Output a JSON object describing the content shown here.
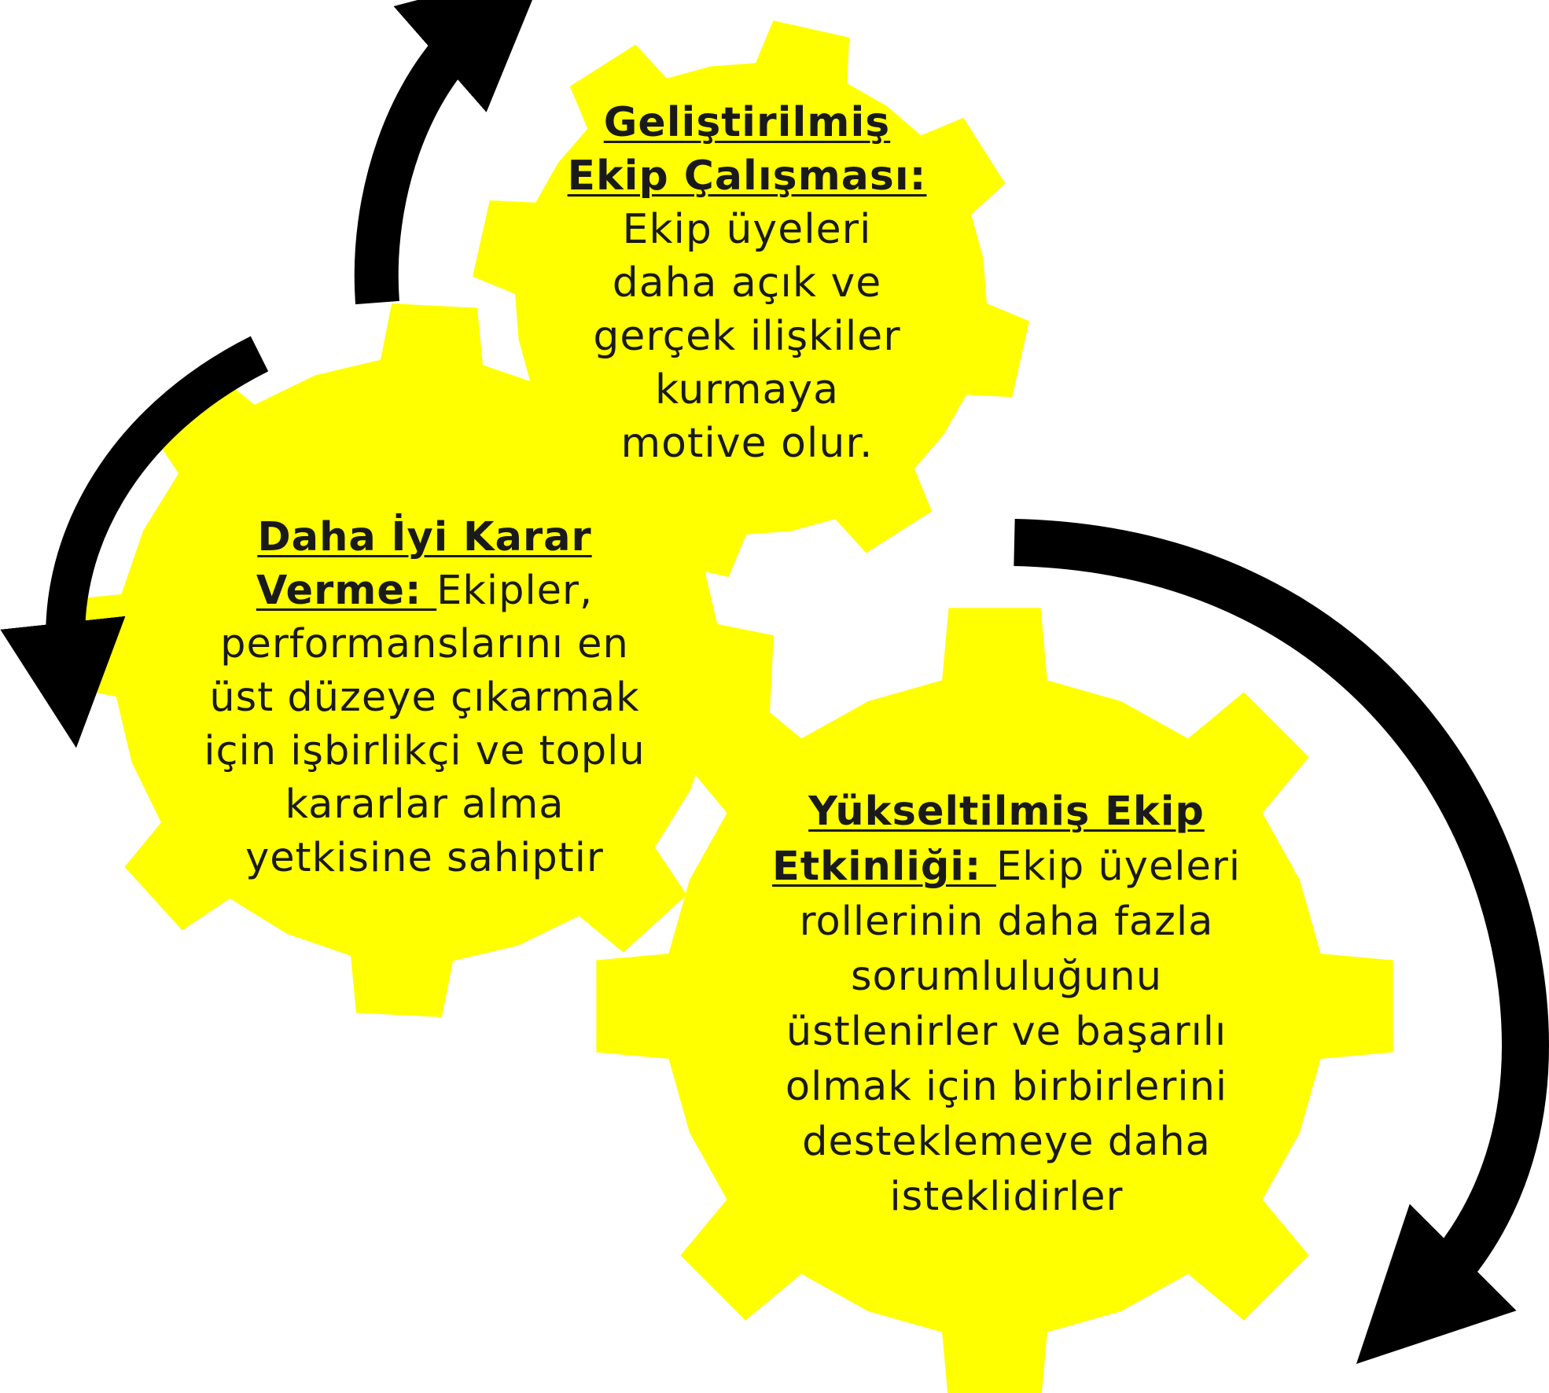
{
  "colors": {
    "gear_fill": "#ffff00",
    "arrow": "#000000",
    "text": "#1a1a1a",
    "background": "#ffffff"
  },
  "gears": [
    {
      "name": "gelistirilmis-ekip-calismasi",
      "heading_lines": [
        "Geliştirilmiş",
        "Ekip Çalışması:"
      ],
      "body_lines": [
        "Ekip üyeleri",
        "daha açık ve",
        "gerçek ilişkiler",
        "kurmaya",
        "motive olur."
      ]
    },
    {
      "name": "daha-iyi-karar-verme",
      "heading_lines": [
        "Daha İyi Karar",
        "Verme: "
      ],
      "heading_inline_body": "Ekipler,",
      "body_lines": [
        "performanslarını en",
        "üst düzeye çıkarmak",
        "için işbirlikçi ve toplu",
        "kararlar alma",
        "yetkisine sahiptir"
      ]
    },
    {
      "name": "yukseltilmis-ekip-etkinligi",
      "heading_lines": [
        "Yükseltilmiş Ekip",
        "Etkinliği: "
      ],
      "heading_inline_body": "Ekip üyeleri",
      "body_lines": [
        "rollerinin daha fazla",
        "sorumluluğunu",
        "üstlenirler ve başarılı",
        "olmak için birbirlerini",
        "desteklemeye daha",
        "isteklidirler"
      ]
    }
  ],
  "arrows": [
    {
      "name": "arrow-top-left",
      "icon": "curved-arrow-up-icon"
    },
    {
      "name": "arrow-left",
      "icon": "curved-arrow-down-icon"
    },
    {
      "name": "arrow-right",
      "icon": "curved-arrow-down-icon"
    }
  ]
}
